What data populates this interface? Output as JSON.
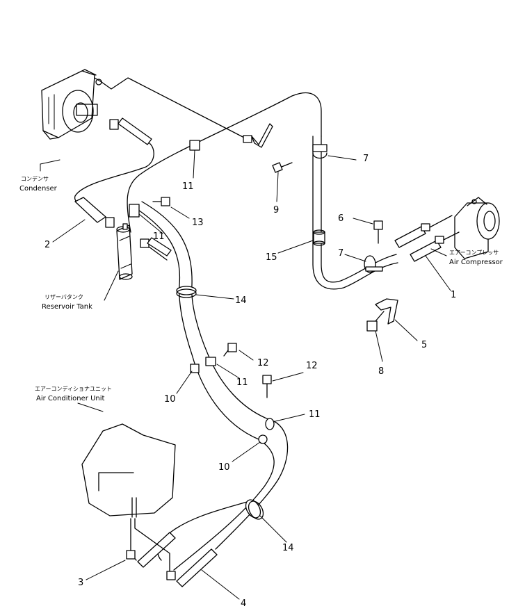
{
  "components": {
    "condenser": {
      "jp": "コンデンサ",
      "en": "Condenser"
    },
    "reservoir_tank": {
      "jp": "リザーバタンク",
      "en": "Reservoir Tank"
    },
    "air_conditioner_unit": {
      "jp": "エアーコンディショナユニット",
      "en": "Air Conditioner Unit"
    },
    "air_compressor": {
      "jp": "エアーコンプレッサ",
      "en": "Air Compressor"
    }
  },
  "callouts": {
    "c1": "1",
    "c2": "2",
    "c3": "3",
    "c4": "4",
    "c5": "5",
    "c6": "6",
    "c7a": "7",
    "c7b": "7",
    "c8": "8",
    "c9": "9",
    "c10a": "10",
    "c10b": "10",
    "c11a": "11",
    "c11b": "11",
    "c11c": "11",
    "c11d": "11",
    "c12a": "12",
    "c12b": "12",
    "c13": "13",
    "c14a": "14",
    "c14b": "14",
    "c15": "15"
  }
}
